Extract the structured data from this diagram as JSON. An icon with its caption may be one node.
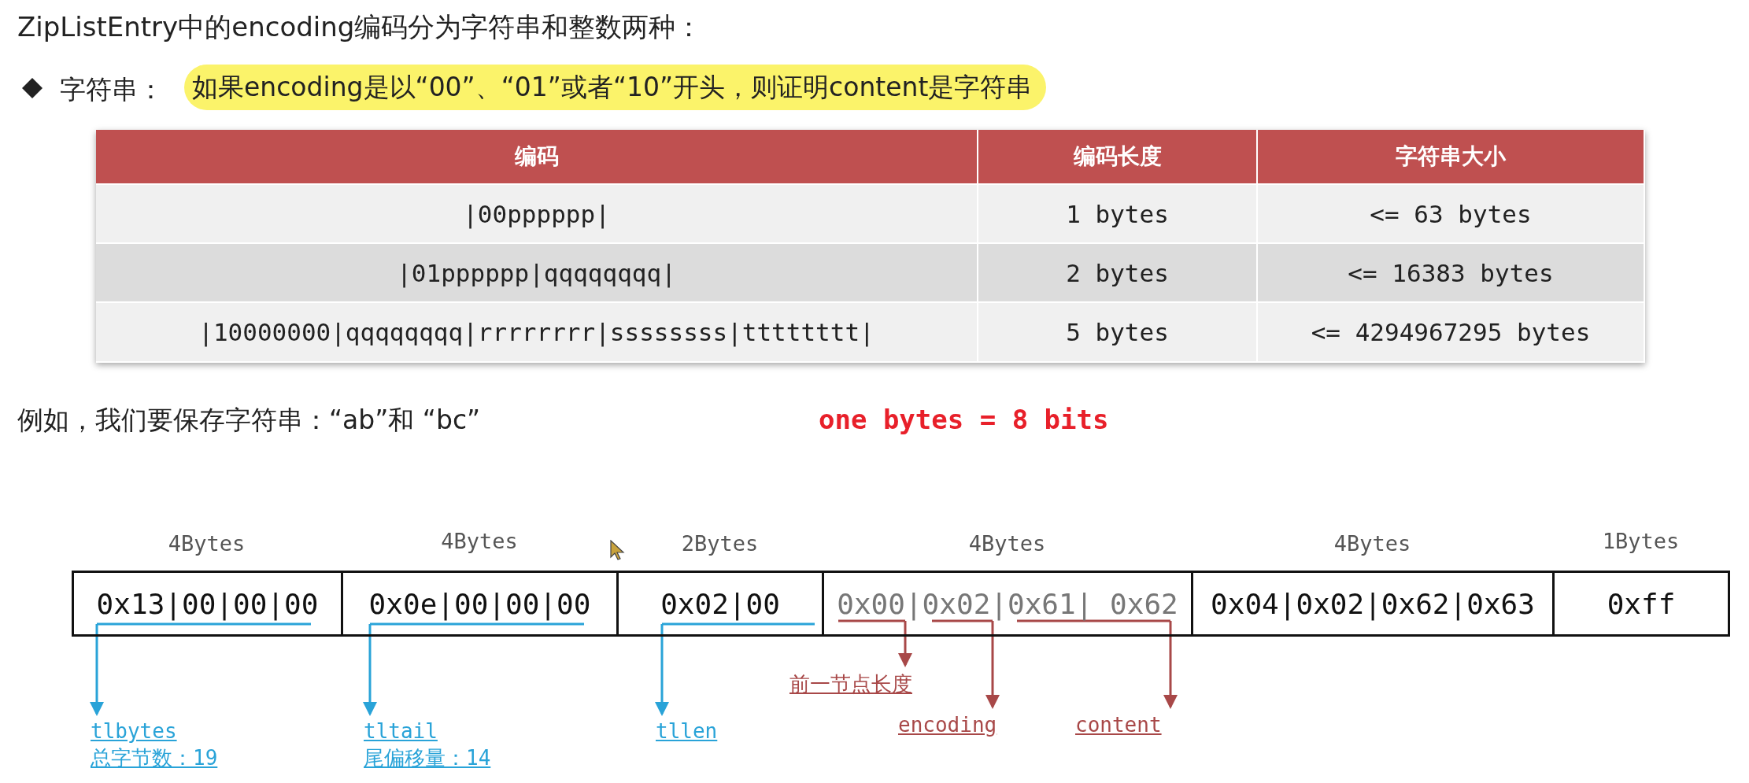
{
  "diagram": {
    "title": "ZipListEntry中的encoding编码分为字符串和整数两种：",
    "nodes": [
      {
        "text": [
          "0x13|00|00|00"
        ],
        "beside": [
          "4Bytes"
        ]
      },
      {
        "text": [
          "0x0e|00|00|00"
        ],
        "beside": [
          "4Bytes"
        ]
      },
      {
        "text": [
          "0x02|00"
        ],
        "beside": [
          "2Bytes"
        ]
      },
      {
        "text": [
          "0x00|0x02|0x61| 0x62"
        ],
        "beside": [
          "4Bytes"
        ]
      },
      {
        "text": [
          "0x04|0x02|0x62|0x63"
        ],
        "beside": [
          "4Bytes"
        ]
      },
      {
        "text": [
          "0xff"
        ],
        "beside": [
          "1Bytes"
        ]
      },
      {
        "text": [
          "tlbytes",
          "总字节数：19"
        ]
      },
      {
        "text": [
          "tltail",
          "尾偏移量：14"
        ]
      },
      {
        "text": [
          "tllen"
        ]
      },
      {
        "text": [
          "前一节点长度"
        ]
      },
      {
        "text": [
          "encoding"
        ]
      },
      {
        "text": [
          "content"
        ]
      }
    ],
    "edges": [
      {
        "from": 0,
        "to": 6,
        "arrow": "to",
        "color": "#29a3d8"
      },
      {
        "from": 1,
        "to": 7,
        "arrow": "to",
        "color": "#29a3d8"
      },
      {
        "from": 2,
        "to": 8,
        "arrow": "to",
        "color": "#29a3d8"
      },
      {
        "from": 3,
        "to": 9,
        "arrow": "to",
        "color": "#a84848"
      },
      {
        "from": 3,
        "to": 10,
        "arrow": "to",
        "color": "#a84848"
      },
      {
        "from": 3,
        "to": 11,
        "arrow": "to",
        "color": "#a84848"
      }
    ],
    "labels": [
      "字符串：",
      "如果encoding是以“00”、“01”或者“10”开头，则证明content是字符串",
      "编码",
      "编码长度",
      "字符串大小",
      "|00pppppp|",
      "1 bytes",
      "<= 63 bytes",
      "|01pppppp|qqqqqqqq|",
      "2 bytes",
      "<= 16383 bytes",
      "|10000000|qqqqqqqq|rrrrrrrr|ssssssss|tttttttt|",
      "5 bytes",
      "<= 4294967295 bytes",
      "例如，我们要保存字符串：“ab”和 “bc”",
      "one bytes = 8 bits"
    ]
  }
}
